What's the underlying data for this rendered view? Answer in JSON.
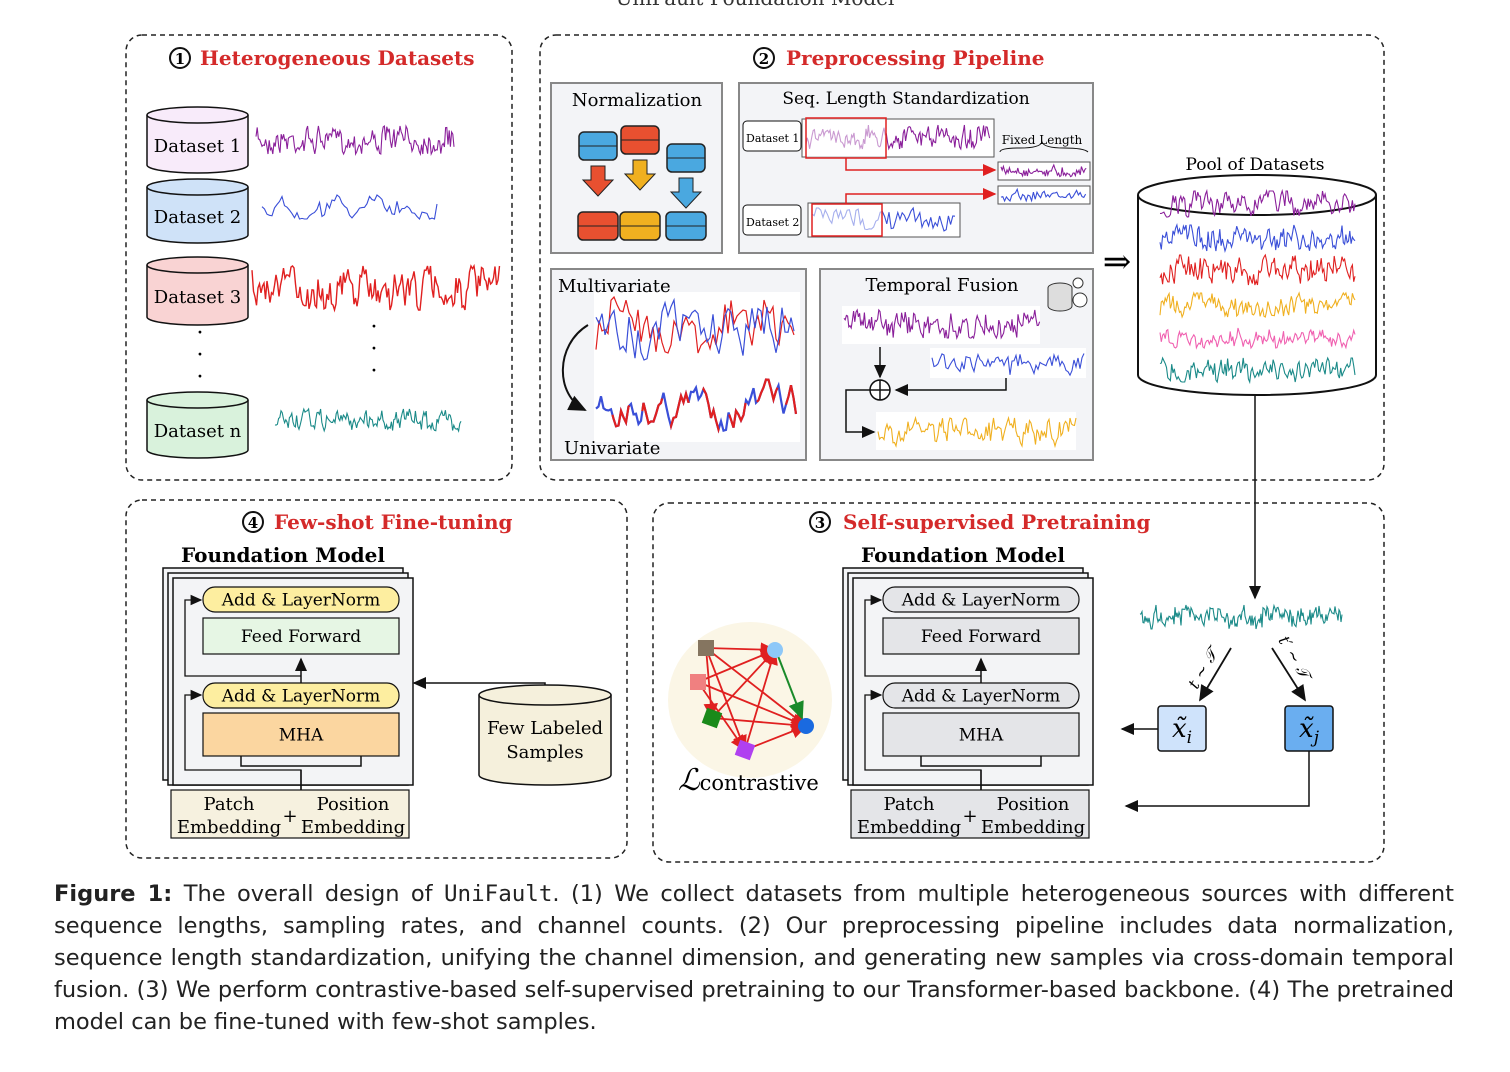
{
  "figure_title": "UniFault Foundation Model",
  "panel1": {
    "number": "1",
    "title": "Heterogeneous Datasets",
    "datasets": [
      "Dataset 1",
      "Dataset 2",
      "Dataset 3",
      "Dataset n"
    ]
  },
  "panel2": {
    "number": "2",
    "title": "Preprocessing Pipeline",
    "normalization": "Normalization",
    "seq": {
      "title": "Seq. Length Standardization",
      "d1": "Dataset 1",
      "d2": "Dataset 2",
      "fixed": "Fixed Length"
    },
    "multivariate": "Multivariate",
    "univariate": "Univariate",
    "temporal_fusion": "Temporal Fusion",
    "pool": "Pool of Datasets"
  },
  "panel3": {
    "number": "3",
    "title": "Self-supervised Pretraining",
    "model": "Foundation Model",
    "add_norm": "Add  &  LayerNorm",
    "ff": "Feed Forward",
    "mha": "MHA",
    "patch": "Patch",
    "patch2": "Embedding",
    "pos": "Position",
    "pos2": "Embedding",
    "plus": "+",
    "loss_main": "ℒ",
    "loss_sub": "contrastive",
    "xi": "x̃",
    "xi_sub": "i",
    "xj": "x̃",
    "xj_sub": "j",
    "t1": "t ∼ 𝒯",
    "t2": "t′ ∼ 𝒯"
  },
  "panel4": {
    "number": "4",
    "title": "Few-shot Fine-tuning",
    "model": "Foundation Model",
    "add_norm": "Add  &  LayerNorm",
    "ff": "Feed Forward",
    "mha": "MHA",
    "patch": "Patch",
    "patch2": "Embedding",
    "pos": "Position",
    "pos2": "Embedding",
    "plus": "+",
    "few1": "Few Labeled",
    "few2": "Samples"
  },
  "caption": {
    "label": "Figure 1:",
    "p1": " The overall design of ",
    "name": "UniFault",
    "p2": ". (1) We collect datasets from multiple heterogeneous sources with different sequence lengths, sampling rates, and channel counts. (2) Our preprocessing pipeline includes data normalization, sequence length standardization, unifying the channel dimension, and generating new samples via cross-domain temporal fusion. (3) We perform contrastive-based self-supervised pretraining to our Transformer-based backbone. (4) The pretrained model can be fine-tuned with few-shot samples."
  },
  "colors": {
    "title_red": "#d42a2a",
    "purple": "#8a1f9a",
    "blue": "#3a4fd8",
    "red": "#e02020",
    "orange": "#f0b020",
    "pink": "#f060b0",
    "teal": "#1a8a88"
  }
}
